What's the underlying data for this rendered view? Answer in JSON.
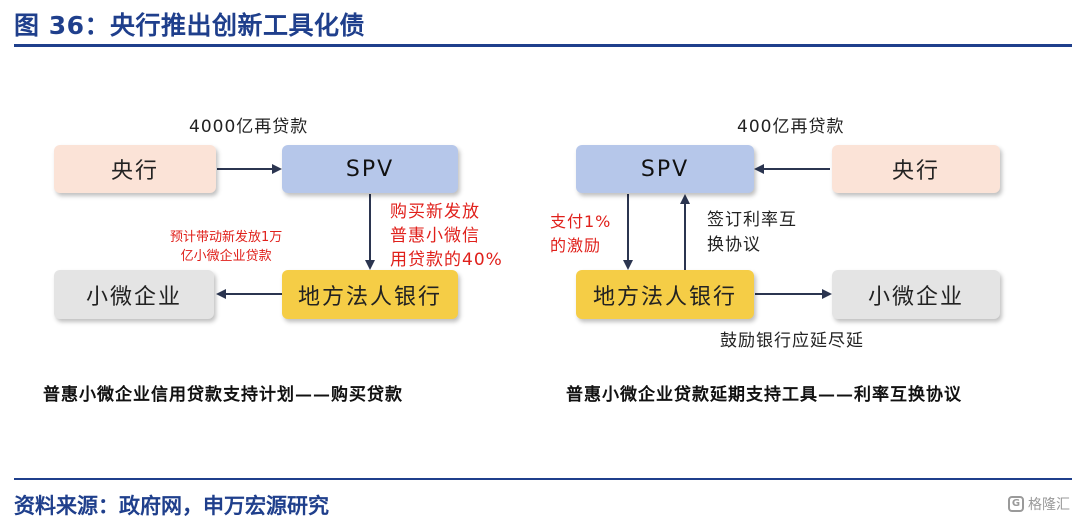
{
  "header": {
    "title": "图 36：央行推出创新工具化债"
  },
  "left_diagram": {
    "central_bank": "央行",
    "spv": "SPV",
    "bank": "地方法人银行",
    "smb": "小微企业",
    "relending_label": "4000亿再贷款",
    "purchase_note": [
      "购买新发放",
      "普惠小微信",
      "用贷款的40%"
    ],
    "estimate_note": [
      "预计带动新发放1万",
      "亿小微企业贷款"
    ],
    "caption": "普惠小微企业信用贷款支持计划——购买贷款"
  },
  "right_diagram": {
    "central_bank": "央行",
    "spv": "SPV",
    "bank": "地方法人银行",
    "smb": "小微企业",
    "relending_label": "400亿再贷款",
    "payment_note": [
      "支付1%",
      "的激励"
    ],
    "swap_note": [
      "签订利率互",
      "换协议"
    ],
    "encourage_note": "鼓励银行应延尽延",
    "caption": "普惠小微企业贷款延期支持工具——利率互换协议"
  },
  "footer": {
    "source": "资料来源：政府网，申万宏源研究",
    "watermark": "格隆汇",
    "watermark_icon": "g-logo-icon"
  },
  "colors": {
    "title_blue": "#1f3f8c",
    "central_bank_box": "#fbe3d7",
    "spv_box": "#b6c7ea",
    "bank_box": "#f5cd46",
    "smb_box": "#e4e4e4",
    "note_red": "#e0201b",
    "arrow": "#2b3550"
  }
}
